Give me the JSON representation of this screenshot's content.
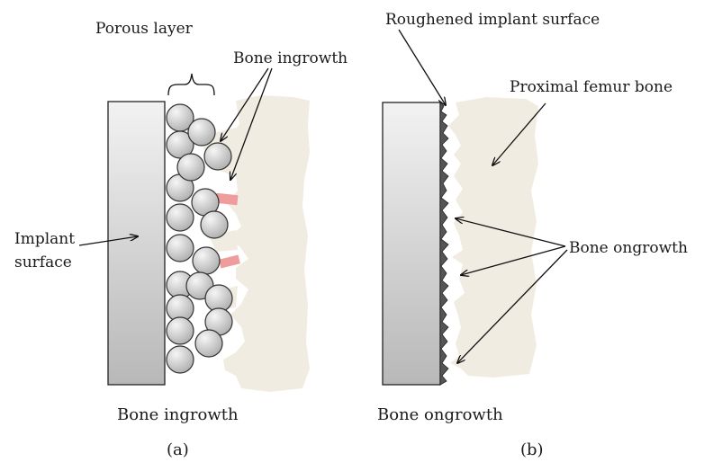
{
  "colors": {
    "bone": "#f1ece1",
    "ingrowth_tissue": "#ef9c9c",
    "implant_light": "#f2f2f2",
    "implant_dark": "#b8b8b8",
    "sphere_light": "#f6f6f6",
    "sphere_dark": "#a9a9a9"
  },
  "panel_a": {
    "label_porous_layer": "Porous layer",
    "label_bone_ingrowth_arrow": "Bone ingrowth",
    "label_implant_line1": "Implant",
    "label_implant_line2": "surface",
    "caption_title": "Bone ingrowth",
    "caption_letter": "(a)"
  },
  "panel_b": {
    "label_roughened": "Roughened implant surface",
    "label_femur": "Proximal femur bone",
    "label_ongrowth_arrow": "Bone ongrowth",
    "caption_title": "Bone ongrowth",
    "caption_letter": "(b)"
  }
}
